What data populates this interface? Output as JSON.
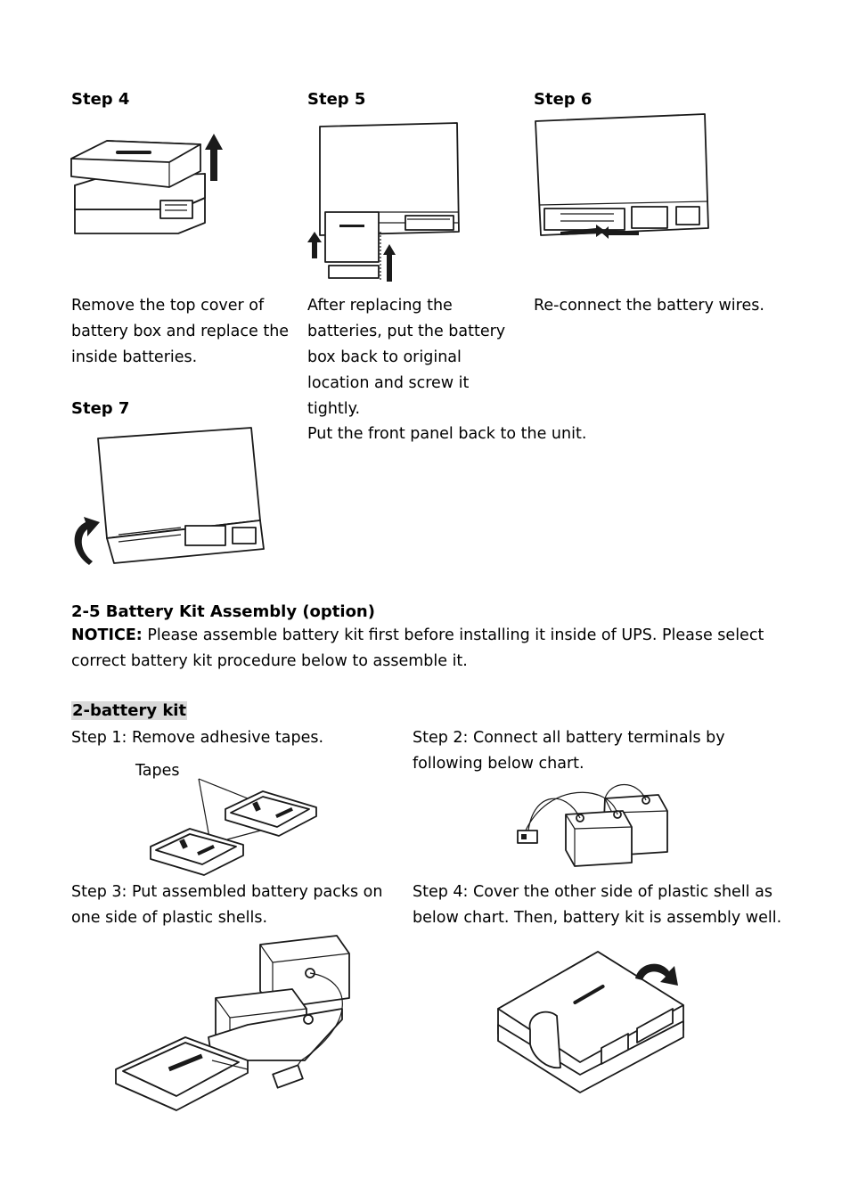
{
  "steps_top": [
    {
      "heading": "Step 4",
      "text": "Remove the top cover of battery box and replace the inside batteries."
    },
    {
      "heading": "Step 5",
      "text": "After replacing the batteries, put the battery box back to original location and screw it tightly."
    },
    {
      "heading": "Step 6",
      "text": "Re-connect the battery wires."
    }
  ],
  "step7": {
    "heading": "Step 7",
    "text": "Put the front panel back to the unit."
  },
  "section": {
    "title": "2-5 Battery Kit Assembly (option)",
    "notice_label": "NOTICE:",
    "notice_line1": " Please assemble battery kit first before installing it inside of UPS. Please select",
    "notice_line2": "correct battery kit procedure below to assemble it."
  },
  "kit": {
    "heading": "2-battery kit",
    "step1": "Step 1: Remove adhesive tapes.",
    "tapes_label": "Tapes",
    "step2_line1": "Step 2: Connect all battery terminals by",
    "step2_line2": "following below chart.",
    "step3_line1": "Step 3: Put assembled battery packs on",
    "step3_line2": "one side of plastic shells.",
    "step4_line1": "Step 4: Cover the other side of plastic shell as",
    "step4_line2": "below chart. Then, battery kit is assembly well."
  }
}
